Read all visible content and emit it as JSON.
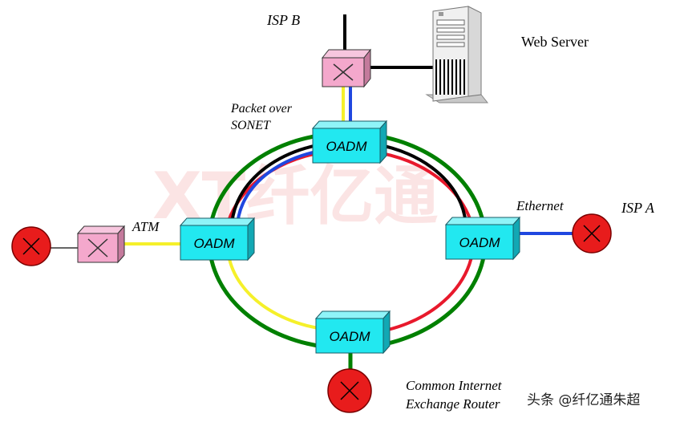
{
  "labels": {
    "isp_b": "ISP B",
    "web_server": "Web Server",
    "packet_over_sonet_line1": "Packet over",
    "packet_over_sonet_line2": "SONET",
    "atm": "ATM",
    "ethernet": "Ethernet",
    "isp_a": "ISP A",
    "cier_line1": "Common Internet",
    "cier_line2": "Exchange Router"
  },
  "oadm_nodes": {
    "top": "OADM",
    "left": "OADM",
    "right": "OADM",
    "bottom": "OADM"
  },
  "watermark": {
    "logo_text": "XT纤亿通",
    "credit": "头条 @纤亿通朱超"
  },
  "colors": {
    "oadm_fill": "#22e8f0",
    "switch_fill": "#f4a8cc",
    "router_fill": "#e81c1c",
    "ring_outer": "#008000",
    "ring_red": "#e8192c",
    "ring_black": "#000000",
    "ring_blue": "#1f47e0",
    "ring_yellow": "#f5f02a"
  },
  "icons": {
    "router": "router-x-icon",
    "switch": "switch-box-icon",
    "server": "server-tower-icon"
  }
}
